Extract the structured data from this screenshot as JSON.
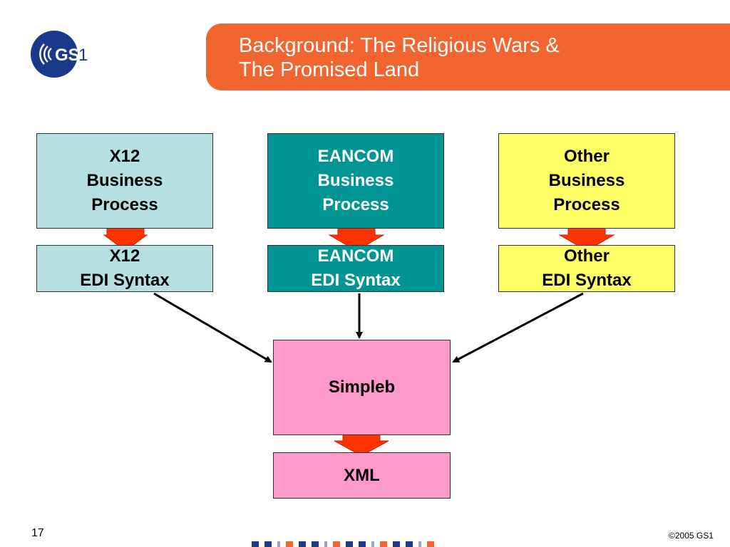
{
  "header": {
    "logo_text": "GS1",
    "title_line1": "Background: The Religious Wars &",
    "title_line2": "The Promised Land"
  },
  "diagram": {
    "columns": [
      {
        "id": "x12",
        "process_lines": [
          "X12",
          "Business",
          "Process"
        ],
        "syntax_lines": [
          "X12",
          "EDI Syntax"
        ]
      },
      {
        "id": "eancom",
        "process_lines": [
          "EANCOM",
          "Business",
          "Process"
        ],
        "syntax_lines": [
          "EANCOM",
          "EDI Syntax"
        ]
      },
      {
        "id": "other",
        "process_lines": [
          "Other",
          "Business",
          "Process"
        ],
        "syntax_lines": [
          "Other",
          "EDI Syntax"
        ]
      }
    ],
    "hub_label": "Simpleb",
    "output_label": "XML"
  },
  "footer": {
    "slide_number": "17",
    "copyright": "©2005 GS1"
  },
  "colors": {
    "title_bar": "#f26531",
    "x12_fill": "#b6dfe2",
    "eancom_fill": "#009593",
    "other_fill": "#ffff66",
    "pink_fill": "#ff99cc",
    "arrow_fill": "#ff3300",
    "logo_blue": "#1b3a8c"
  }
}
